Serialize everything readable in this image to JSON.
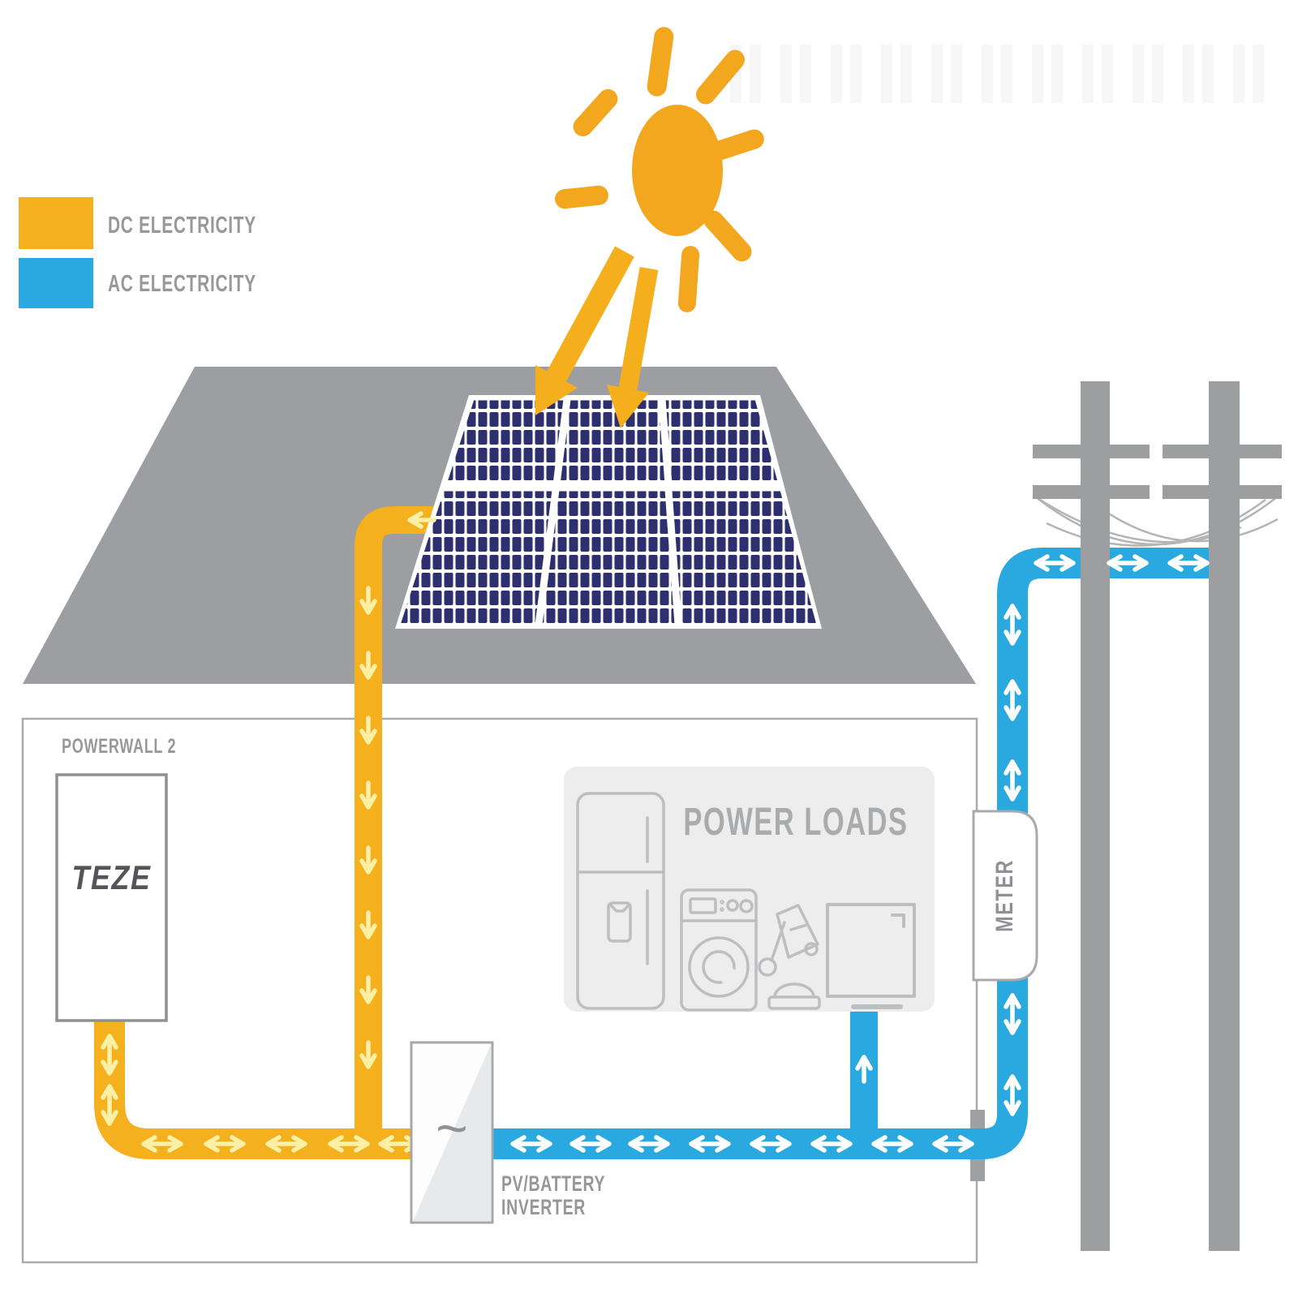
{
  "legend": {
    "items": [
      {
        "label": "DC ELECTRICITY",
        "color": "#F5B01E"
      },
      {
        "label": "AC ELECTRICITY",
        "color": "#29A9E0"
      }
    ]
  },
  "battery": {
    "label": "POWERWALL 2",
    "brand": "TEZE"
  },
  "loads": {
    "title": "POWER LOADS"
  },
  "meter": {
    "label": "METER"
  },
  "inverter": {
    "label_line1": "PV/BATTERY",
    "label_line2": "INVERTER",
    "symbol": "~"
  },
  "icons": {
    "sun": "sun-icon",
    "solar_array": "solar-panel-icon",
    "appliances": [
      "fridge-icon",
      "washing-machine-icon",
      "desk-lamp-icon",
      "tv-icon"
    ],
    "utility": "utility-pole-icon",
    "flow": "flow-arrow-icon"
  },
  "colors": {
    "dc": "#F5B01E",
    "ac": "#29A9E0",
    "sun": "#F2A71E",
    "roof": "#9C9EA1",
    "panel_cell": "#2E2F6F",
    "pole": "#9D9EA0",
    "loads_bg": "#EDEDEE",
    "label_text": "#97989B",
    "brand_text": "#54555A"
  }
}
